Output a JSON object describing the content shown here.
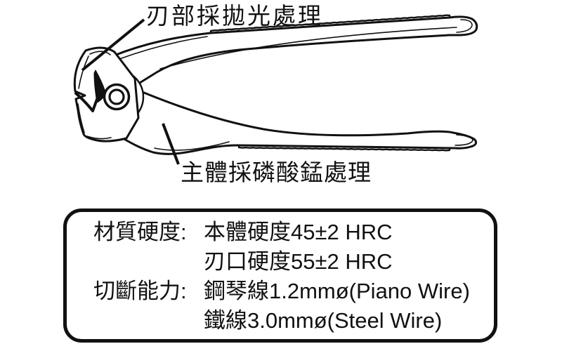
{
  "diagram": {
    "callouts": {
      "blade": "刃部採拋光處理",
      "body": "主體採磷酸錳處理"
    }
  },
  "spec_box": {
    "rows": [
      {
        "label": "材質硬度:",
        "lines": [
          "本體硬度45±2 HRC",
          "刃口硬度55±2 HRC"
        ]
      },
      {
        "label": "切斷能力:",
        "lines": [
          "鋼琴線1.2mmø(Piano Wire)",
          "鐵線3.0mmø(Steel Wire)"
        ]
      }
    ]
  },
  "colors": {
    "ink": "#111111",
    "background": "#ffffff"
  }
}
